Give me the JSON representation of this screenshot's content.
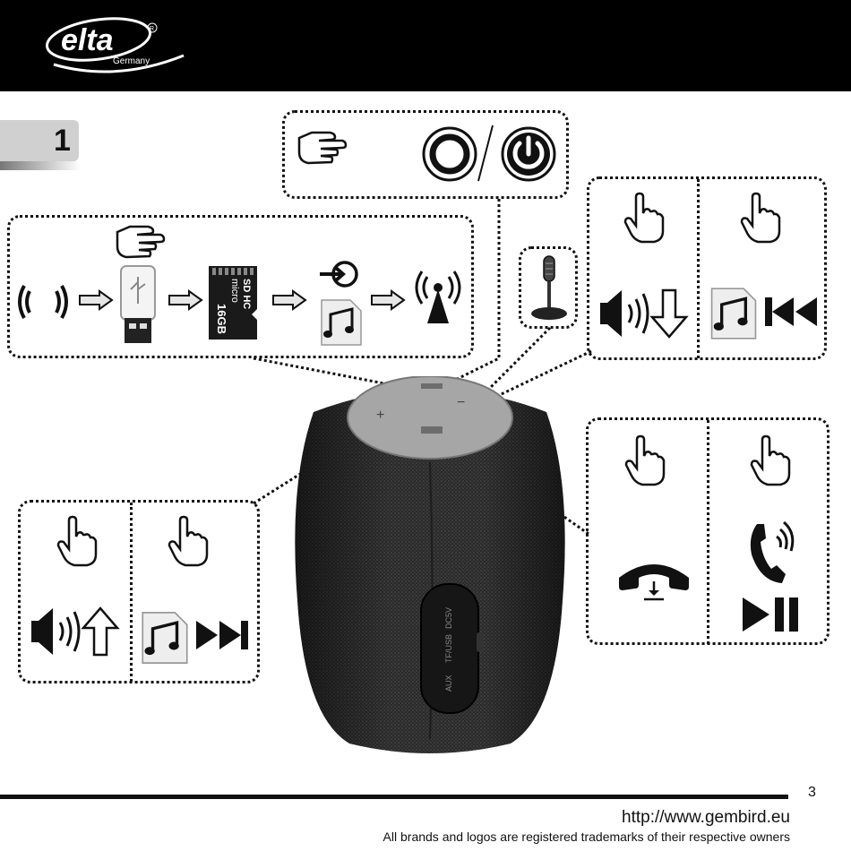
{
  "header": {
    "logo_text": "elta",
    "logo_sub": "Germany",
    "logo_reg": "R"
  },
  "section_number": "1",
  "icons": {
    "power_group": [
      "pointing-hand-icon",
      "circle-icon",
      "power-icon"
    ],
    "mode_group": [
      "bluetooth-icon",
      "usb-drive-icon",
      "microsd-card-icon",
      "aux-input-icon",
      "music-note-icon",
      "fm-antenna-icon"
    ],
    "microphone_group": [
      "microphone-icon"
    ],
    "volume_down_prev_group": [
      "tap-hand-icon",
      "volume-down-icon",
      "music-note-icon",
      "previous-track-icon"
    ],
    "volume_up_next_group": [
      "tap-hand-icon",
      "volume-up-icon",
      "music-note-icon",
      "next-track-icon"
    ],
    "call_play_group": [
      "tap-hand-icon",
      "hang-up-icon",
      "phone-ring-icon",
      "play-pause-icon"
    ]
  },
  "sd_card": {
    "brand": "micro",
    "type": "SD HC",
    "capacity": "16GB"
  },
  "speaker": {
    "plus_label": "+",
    "minus_label": "−",
    "ports": [
      "AUX",
      "TF/USB",
      "DC5V"
    ]
  },
  "footer": {
    "page_number": "3",
    "url": "http://www.gembird.eu",
    "trademark": "All brands and logos are registered trademarks of their respective owners"
  }
}
